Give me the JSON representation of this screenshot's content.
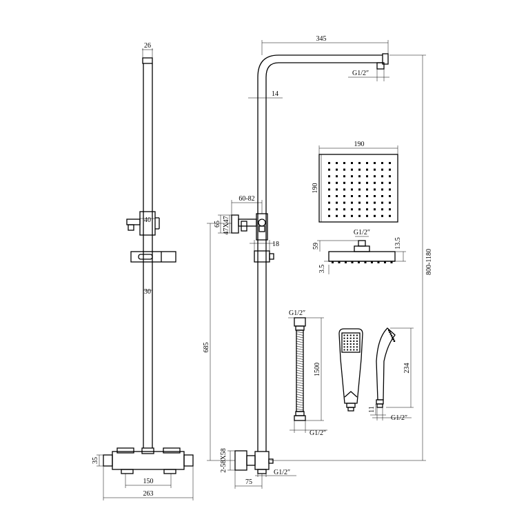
{
  "dimensions": {
    "bar_top_width": "26",
    "overhead_arm_length": "345",
    "head_connection_thread": "G1/2″",
    "arm_tube_diameter": "14",
    "head_width": "190",
    "head_depth": "190",
    "holder_offset_range": "60-82",
    "holder_height": "65",
    "holder_plate_size": "47X47",
    "clamp_width": "40",
    "slider_width": "18",
    "bar_diameter": "30",
    "head_nozzle_thread": "G1/2″",
    "head_neck_height": "59",
    "head_body_height": "13.5",
    "head_base_thickness": "3.5",
    "total_height_range": "800-1180",
    "hose_thread_top": "G1/2″",
    "hose_length": "1500",
    "hose_thread_bottom": "G1/2″",
    "handshower_length": "234",
    "handshower_thread_height": "11",
    "handshower_thread": "G1/2″",
    "rail_height": "685",
    "wall_plate_size": "2-58X58",
    "valve_height": "35",
    "valve_centres": "150",
    "valve_width": "263",
    "eccentric_offset": "75",
    "inlet_thread": "G1/2″"
  }
}
